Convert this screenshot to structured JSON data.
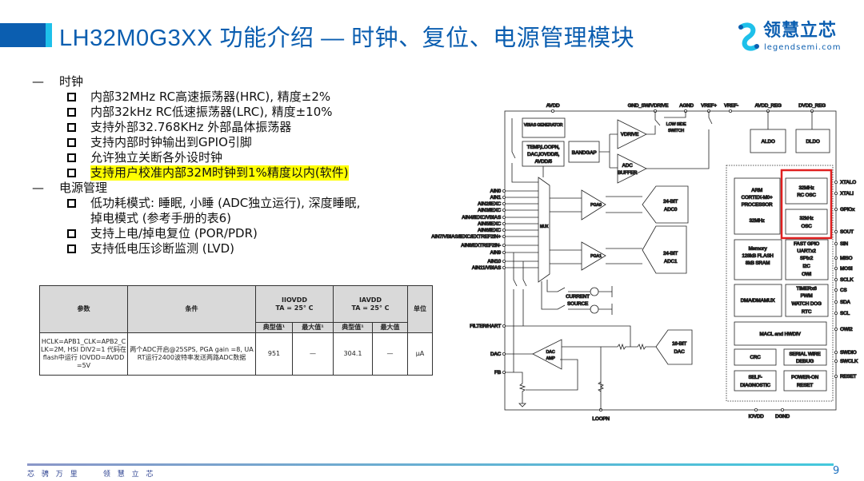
{
  "header": {
    "title": "LH32M0G3XX 功能介绍 — 时钟、复位、电源管理模块",
    "logo_cn": "领慧立芯",
    "logo_en": "legendsemi.com",
    "accent": "#0b5eb0"
  },
  "sections": [
    {
      "heading": "时钟",
      "items": [
        {
          "text": "内部32MHz RC高速振荡器(HRC), 精度±2%"
        },
        {
          "text": "内部32kHz RC低速振荡器(LRC), 精度±10%"
        },
        {
          "text": "支持外部32.768KHz 外部晶体振荡器"
        },
        {
          "text": "支持内部时钟输出到GPIO引脚"
        },
        {
          "text": "允许独立关断各外设时钟"
        },
        {
          "text": "支持用户校准内部32M时钟到1%精度以内(软件)",
          "highlight": "#ffff00"
        }
      ]
    },
    {
      "heading": "电源管理",
      "items": [
        {
          "text": "低功耗模式: 睡眠, 小睡 (ADC独立运行), 深度睡眠, 掉电模式 (参考手册的表6)"
        },
        {
          "text": "支持上电/掉电复位 (POR/PDR)"
        },
        {
          "text": "支持低电压诊断监测 (LVD)"
        }
      ]
    }
  ],
  "table": {
    "h_param": "参数",
    "h_cond": "条件",
    "h_iovdd": "IIOVDD",
    "h_avdd": "IAVDD",
    "h_ta": "TA = 25° C",
    "h_unit": "单位",
    "h_typ": "典型值¹",
    "h_max": "最大值¹",
    "h_typ2": "典型值¹",
    "h_max2": "最大值",
    "row": {
      "param": "HCLK=APB1_CLK=APB2_CLK=2M, HSI DIV2=1 代码在flash中运行 IOVDD=AVDD=5V",
      "cond": "两个ADC开启@25SPS, PGA gain =8, UART运行2400波特率发送两路ADC数据",
      "iovdd_typ": "951",
      "iovdd_max": "—",
      "avdd_typ": "304.1",
      "avdd_max": "—",
      "unit": "μA"
    }
  },
  "diagram": {
    "top_pins": [
      "AVDD",
      "GND_SW/VDRIVE",
      "AGND",
      "VREF+",
      "VREF-",
      "AVDD_REG",
      "DVDD_REG"
    ],
    "left_pins": [
      "AIN0",
      "AIN1",
      "AIN2/IEXC",
      "AIN3/IEXC",
      "AIN4/IEXC/VBIAS",
      "AIN5/IEXC",
      "AIN6/IEXC",
      "AIN7/VBIAS/IEXC/EXTREF2IN+",
      "AIN8/EXTREF2IN-",
      "AIN9",
      "AIN10",
      "AIN11/VBIAS",
      "FILTER/HART",
      "DAC",
      "FB"
    ],
    "right_pins": [
      "XTALO",
      "XTALI",
      "GPIOx",
      "SOUT",
      "SIN",
      "MISO",
      "MOSI",
      "SCLK",
      "CS",
      "SDA",
      "SCL",
      "OWI2",
      "SWDIO",
      "SWCLK",
      "RESET"
    ],
    "bottom_pins": [
      "LOOPN",
      "IOVDD",
      "DGND"
    ],
    "blocks": {
      "vbias": "VBIAS GENERATOR",
      "temp1": "TEMP,LOOPN,",
      "temp2": "DAC,IOVDD/5,",
      "temp3": "AVDD/5",
      "bandgap": "BANDGAP",
      "vdrive": "VDRIVE",
      "adcbuf1": "ADC",
      "adcbuf2": "BUFFER",
      "lowside1": "LOW SIDE",
      "lowside2": "SWITCH",
      "aldo": "ALDO",
      "dldo": "DLDO",
      "mux": "MUX",
      "pga0": "PGA0",
      "pga1": "PGA1",
      "adc0a": "24-BIT",
      "adc0b": "ADC0",
      "adc1a": "24-BIT",
      "adc1b": "ADC1",
      "arm1": "ARM",
      "arm2": "CORTEX-M0+",
      "arm3": "PROCESSOR",
      "arm4": "32MHz",
      "rc1": "32MHz",
      "rc2": "RC OSC",
      "lo1": "32kHz",
      "lo2": "OSC",
      "mem1": "Memory",
      "mem2": "128kB FLASH",
      "mem3": "8kB SRAM",
      "gp1": "FAST GPIO",
      "gp2": "UARTx2",
      "gp3": "SPIx2",
      "gp4": "I2C",
      "gp5": "OWI",
      "dma": "DMA/DMAMUX",
      "tm1": "TIMERx6",
      "tm2": "PWM",
      "tm3": "WATCH DOG",
      "tm4": "RTC",
      "macl": "MACL and HWDIV",
      "crc": "CRC",
      "swd1": "SERIAL WIRE",
      "swd2": "DEBUG",
      "sd1": "SELF-",
      "sd2": "DIAGNOSTIC",
      "por1": "POWER-ON",
      "por2": "RESET",
      "cs1": "CURRENT",
      "cs2": "SOURCE",
      "dacamp1": "DAC",
      "dacamp2": "AMP",
      "dac1": "16-BIT",
      "dac2": "DAC"
    },
    "highlight_color": "#e02020"
  },
  "footer": {
    "slogan": "芯 骋 万 里     领 慧 立 芯",
    "page": "9"
  }
}
